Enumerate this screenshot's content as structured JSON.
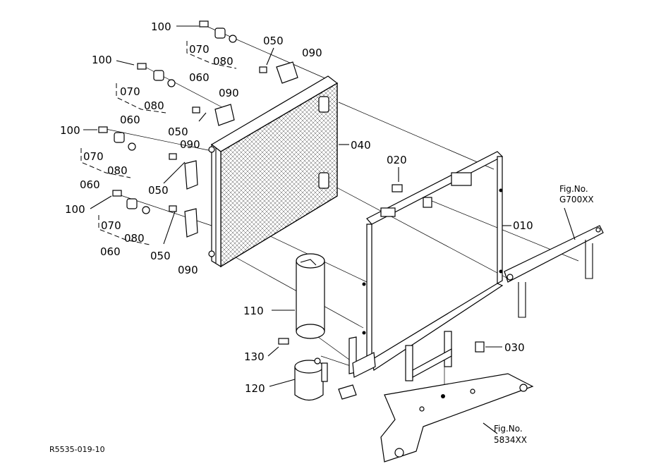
{
  "labels": {
    "p100a": "100",
    "p070a": "070",
    "p080a": "080",
    "p060a": "060",
    "p050a": "050",
    "p090a": "090",
    "p100b": "100",
    "p070b": "070",
    "p080b": "080",
    "p060b": "060",
    "p090b": "090",
    "p050b": "050",
    "p100c": "100",
    "p070c": "070",
    "p080c": "080",
    "p060c": "060",
    "p090c": "090",
    "p050c": "050",
    "p100d": "100",
    "p070d": "070",
    "p080d": "080",
    "p060d": "060",
    "p050d": "050",
    "p090d": "090",
    "p040": "040",
    "p020": "020",
    "p010": "010",
    "p030": "030",
    "p110": "110",
    "p130": "130",
    "p120": "120"
  },
  "figure_refs": {
    "top_line1": "Fig.No.",
    "top_line2": "G700XX",
    "bottom_line1": "Fig.No.",
    "bottom_line2": "5834XX"
  },
  "drawing_code": "R5535-019-10"
}
